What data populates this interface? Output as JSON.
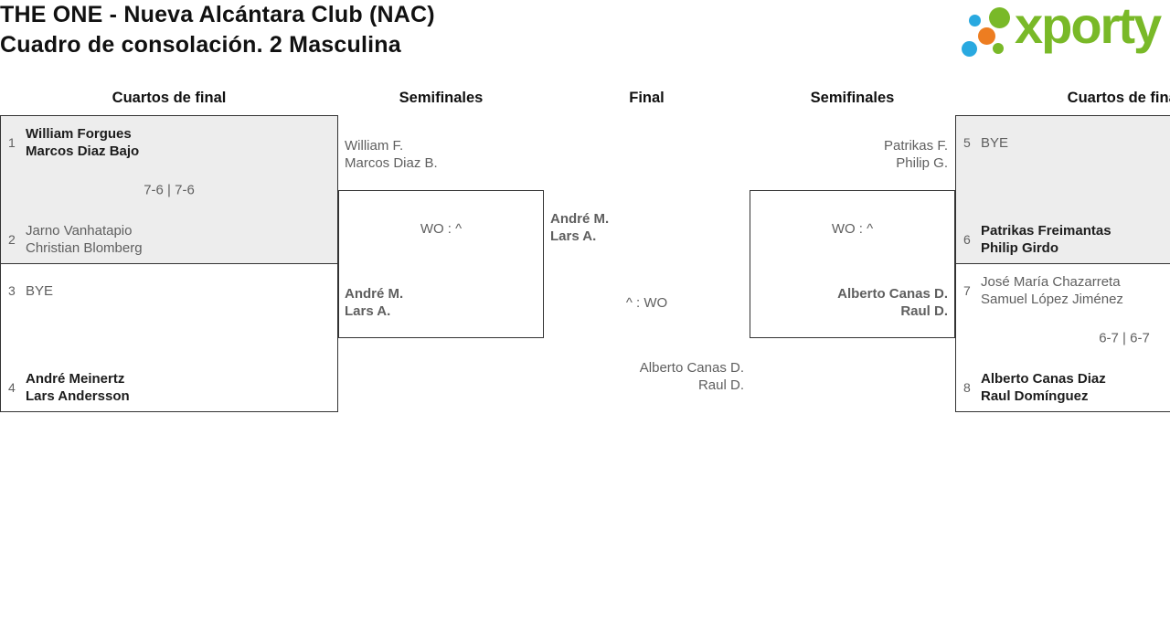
{
  "header": {
    "title": "THE ONE - Nueva Alcántara Club (NAC)",
    "subtitle": "Cuadro de consolación. 2 Masculina"
  },
  "logo": {
    "brand": "xporty"
  },
  "round_headers": {
    "left_quarterfinals": "Cuartos de final",
    "left_semifinals": "Semifinales",
    "final": "Final",
    "right_semifinals": "Semifinales",
    "right_quarterfinals": "Cuartos de final"
  },
  "colors": {
    "brand_green": "#79b928",
    "brand_blue": "#29a9e0",
    "brand_orange": "#ed7d21",
    "shaded_box_background": "#ededed",
    "muted_text": "#5f5f5f",
    "strong_text": "#1d1d1d"
  },
  "quarterfinals": [
    {
      "top": {
        "seed": "1",
        "line1": "William Forgues",
        "line2": "Marcos Diaz Bajo",
        "winner": true
      },
      "score": "7-6 | 7-6",
      "bottom": {
        "seed": "2",
        "line1": "Jarno Vanhatapio",
        "line2": "Christian Blomberg",
        "winner": false
      }
    },
    {
      "top": {
        "seed": "3",
        "line1": "BYE",
        "line2": "",
        "winner": false
      },
      "score": "",
      "bottom": {
        "seed": "4",
        "line1": "André Meinertz",
        "line2": "Lars Andersson",
        "winner": true
      }
    },
    {
      "top": {
        "seed": "5",
        "line1": "BYE",
        "line2": "",
        "winner": false
      },
      "score": "",
      "bottom": {
        "seed": "6",
        "line1": "Patrikas Freimantas",
        "line2": "Philip Girdo",
        "winner": true
      }
    },
    {
      "top": {
        "seed": "7",
        "line1": "José María Chazarreta",
        "line2": "Samuel López Jiménez",
        "winner": false
      },
      "score": "6-7 | 6-7",
      "bottom": {
        "seed": "8",
        "line1": "Alberto Canas Diaz",
        "line2": "Raul Domínguez",
        "winner": true
      }
    }
  ],
  "semifinal_left": {
    "top": {
      "line1": "William F.",
      "line2": "Marcos Diaz B.",
      "winner": false
    },
    "score": "WO : ^",
    "bottom": {
      "line1": "André M.",
      "line2": "Lars A.",
      "winner": true
    }
  },
  "semifinal_right": {
    "top": {
      "line1": "Patrikas F.",
      "line2": "Philip G.",
      "winner": false
    },
    "score": "WO : ^",
    "bottom": {
      "line1": "Alberto Canas D.",
      "line2": "Raul D.",
      "winner": true
    }
  },
  "final": {
    "top": {
      "line1": "André M.",
      "line2": "Lars A.",
      "winner": true
    },
    "score": "^ : WO",
    "bottom": {
      "line1": "Alberto Canas D.",
      "line2": "Raul D.",
      "winner": false
    }
  }
}
